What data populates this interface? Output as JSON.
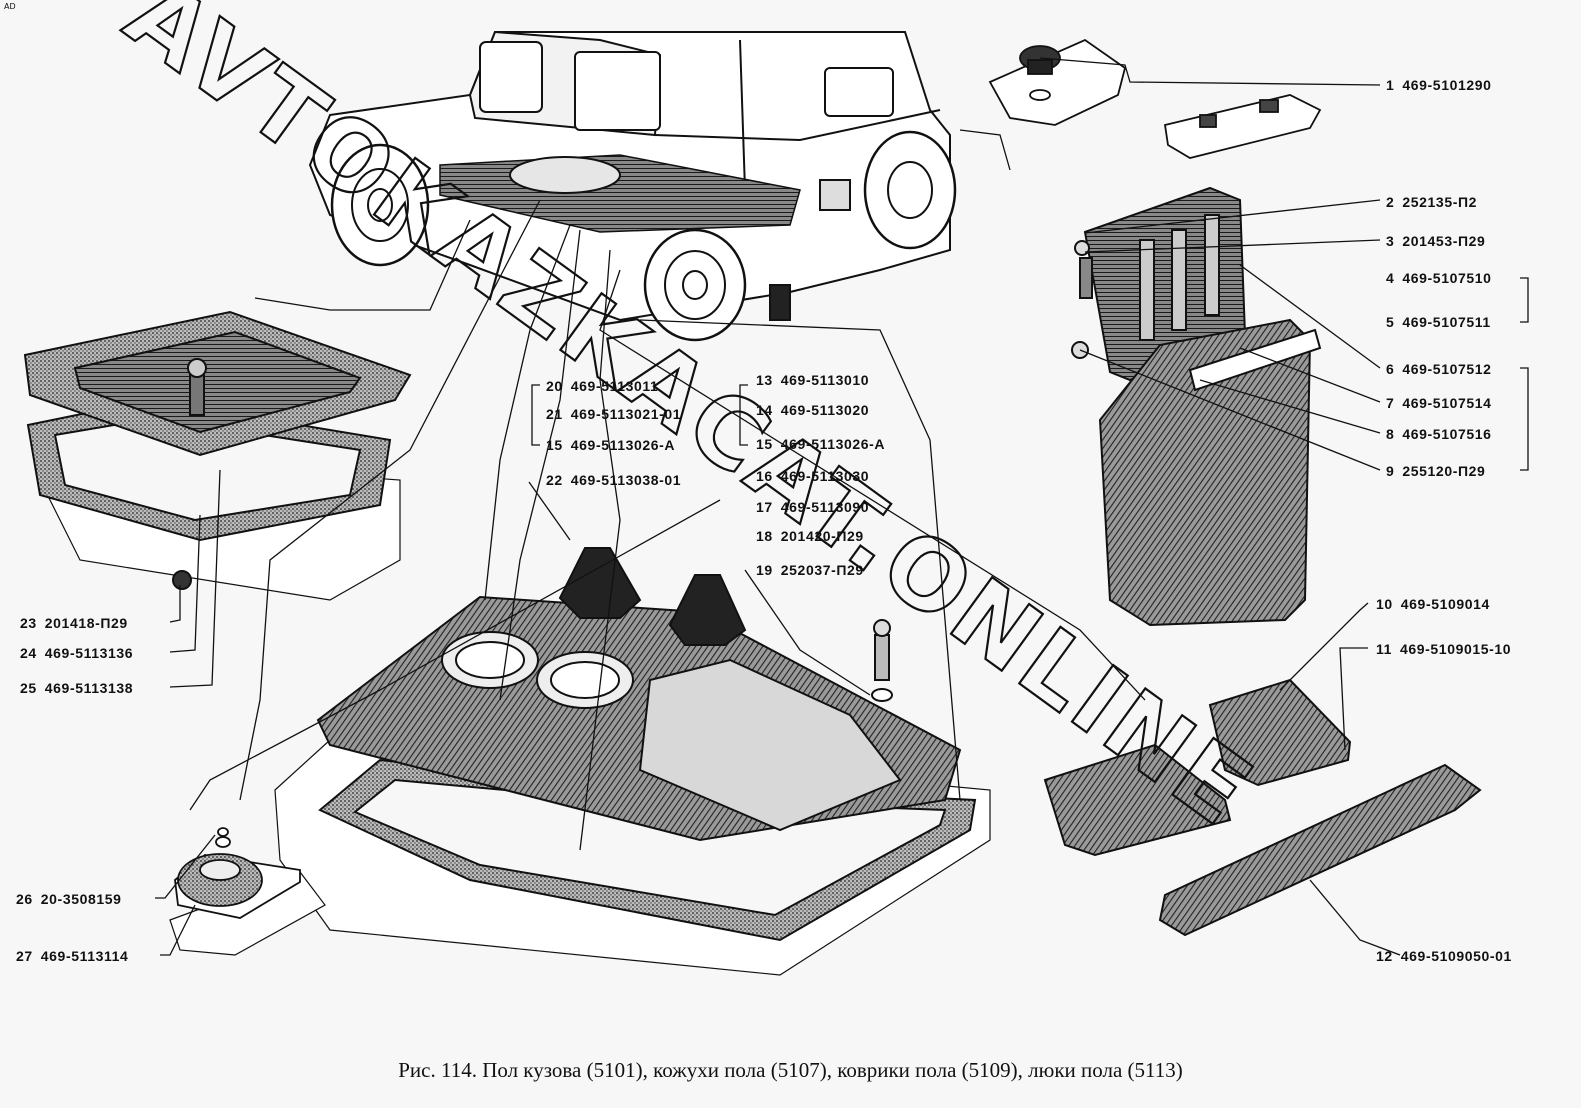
{
  "caption": "Рис. 114. Пол кузова (5101), кожухи пола (5107), коврики пола (5109), люки пола (5113)",
  "corner_mark": "AD",
  "watermark": "AVTOKAZKACAT.ONLINE",
  "parts": [
    {
      "num": "1",
      "code": "469-5101290"
    },
    {
      "num": "2",
      "code": "252135-П2"
    },
    {
      "num": "3",
      "code": "201453-П29"
    },
    {
      "num": "4",
      "code": "469-5107510"
    },
    {
      "num": "5",
      "code": "469-5107511"
    },
    {
      "num": "6",
      "code": "469-5107512"
    },
    {
      "num": "7",
      "code": "469-5107514"
    },
    {
      "num": "8",
      "code": "469-5107516"
    },
    {
      "num": "9",
      "code": "255120-П29"
    },
    {
      "num": "10",
      "code": "469-5109014"
    },
    {
      "num": "11",
      "code": "469-5109015-10"
    },
    {
      "num": "12",
      "code": "469-5109050-01"
    },
    {
      "num": "13",
      "code": "469-5113010"
    },
    {
      "num": "14",
      "code": "469-5113020"
    },
    {
      "num": "15",
      "code": "469-5113026-А"
    },
    {
      "num": "16",
      "code": "469-5113030"
    },
    {
      "num": "17",
      "code": "469-5113090"
    },
    {
      "num": "18",
      "code": "201420-П29"
    },
    {
      "num": "19",
      "code": "252037-П29"
    },
    {
      "num": "20",
      "code": "469-5113011"
    },
    {
      "num": "21",
      "code": "469-5113021-01"
    },
    {
      "num": "15",
      "code": "469-5113026-А"
    },
    {
      "num": "22",
      "code": "469-5113038-01"
    },
    {
      "num": "23",
      "code": "201418-П29"
    },
    {
      "num": "24",
      "code": "469-5113136"
    },
    {
      "num": "25",
      "code": "469-5113138"
    },
    {
      "num": "26",
      "code": "20-3508159"
    },
    {
      "num": "27",
      "code": "469-5113114"
    }
  ]
}
